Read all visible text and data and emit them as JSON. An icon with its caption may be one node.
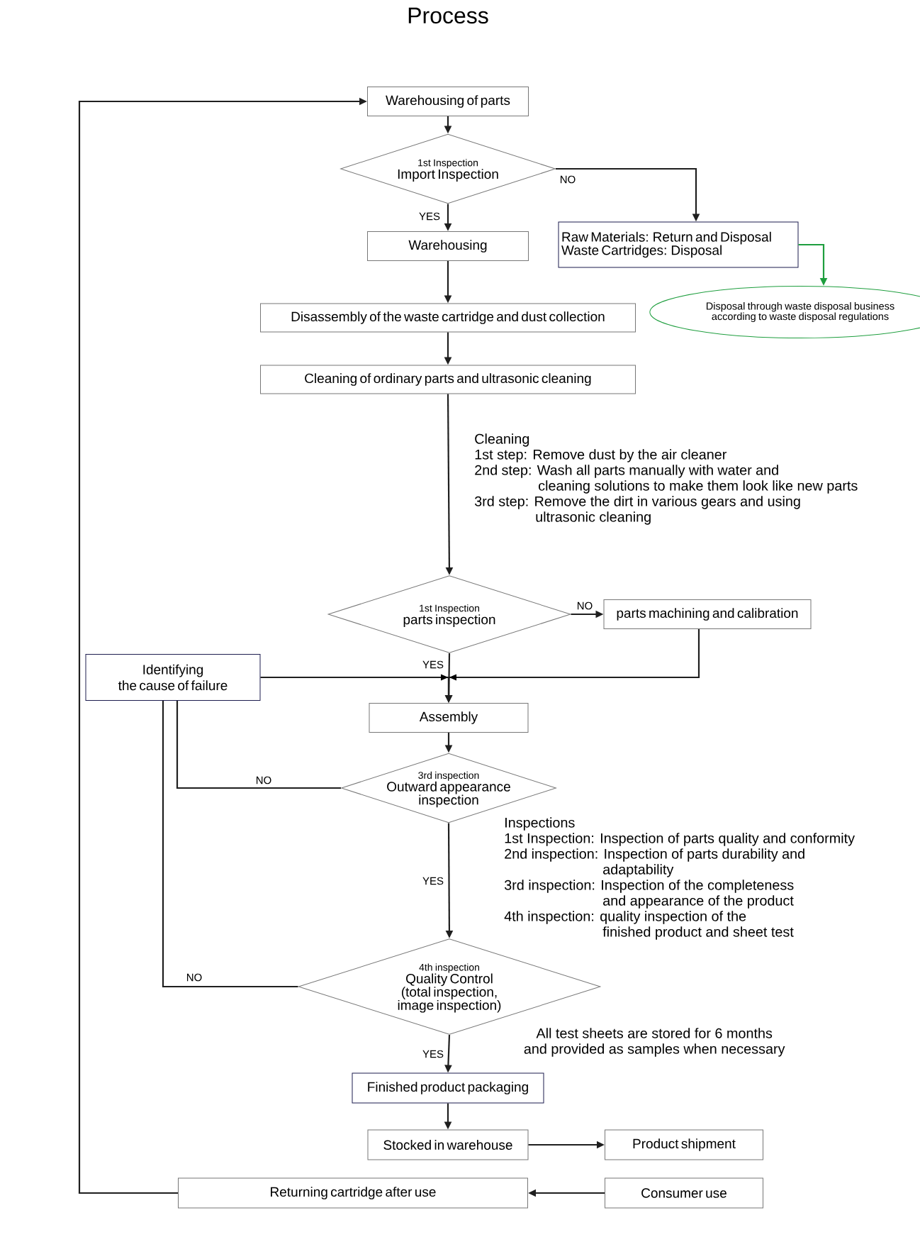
{
  "diagram": {
    "title": "Process",
    "nodes": [
      {
        "text": [
          "Warehousing of parts"
        ]
      },
      {
        "text": [
          "1st Inspection",
          "Import Inspection"
        ]
      },
      {
        "text": [
          "Warehousing"
        ]
      },
      {
        "text": [
          "Raw Materials: Return and Disposal",
          "Waste Cartridges: Disposal"
        ]
      },
      {
        "text": [
          "Disposal through waste disposal business according to waste disposal regulations"
        ]
      },
      {
        "text": [
          "Disassembly of the waste cartridge and dust collection"
        ]
      },
      {
        "text": [
          "Cleaning of ordinary parts and ultrasonic cleaning"
        ]
      },
      {
        "text": [
          "1st Inspection",
          "parts inspection"
        ]
      },
      {
        "text": [
          "parts machining and calibration"
        ]
      },
      {
        "text": [
          "Identifying the cause of failure"
        ]
      },
      {
        "text": [
          "Assembly"
        ]
      },
      {
        "text": [
          "3rd inspection",
          "Outward appearance inspection"
        ]
      },
      {
        "text": [
          "4th inspection",
          "Quality Control (total inspection, image inspection)"
        ]
      },
      {
        "text": [
          "Finished product packaging"
        ]
      },
      {
        "text": [
          "Stocked in warehouse"
        ]
      },
      {
        "text": [
          "Product shipment"
        ]
      },
      {
        "text": [
          "Returning cartridge after use"
        ]
      },
      {
        "text": [
          "Consumer use"
        ]
      }
    ],
    "edges": [
      {
        "from": 0,
        "to": 1,
        "arrow": "to"
      },
      {
        "from": 1,
        "to": 2,
        "arrow": "to",
        "label": "YES"
      },
      {
        "from": 1,
        "to": 3,
        "arrow": "to",
        "label": "NO"
      },
      {
        "from": 3,
        "to": 4,
        "arrow": "to",
        "color": "#1e9e3e"
      },
      {
        "from": 2,
        "to": 5,
        "arrow": "to"
      },
      {
        "from": 5,
        "to": 6,
        "arrow": "to"
      },
      {
        "from": 6,
        "to": 7,
        "arrow": "to"
      },
      {
        "from": 7,
        "to": 8,
        "arrow": "to",
        "label": "NO"
      },
      {
        "from": 7,
        "to": 10,
        "arrow": "to",
        "label": "YES"
      },
      {
        "from": 8,
        "to": 10,
        "arrow": "to"
      },
      {
        "from": 9,
        "to": 10,
        "arrow": "to"
      },
      {
        "from": 10,
        "to": 11,
        "arrow": "to"
      },
      {
        "from": 11,
        "to": 9,
        "arrow": "none",
        "label": "NO"
      },
      {
        "from": 11,
        "to": 12,
        "arrow": "to",
        "label": "YES"
      },
      {
        "from": 12,
        "to": 9,
        "arrow": "none",
        "label": "NO"
      },
      {
        "from": 12,
        "to": 13,
        "arrow": "to",
        "label": "YES"
      },
      {
        "from": 13,
        "to": 14,
        "arrow": "to"
      },
      {
        "from": 14,
        "to": 15,
        "arrow": "to"
      },
      {
        "from": 17,
        "to": 16,
        "arrow": "to"
      },
      {
        "from": 16,
        "to": 0,
        "arrow": "to"
      }
    ],
    "labels": [
      "Cleaning",
      "1st step: Remove dust by the air cleaner",
      "2nd step: Wash all parts manually with water and cleaning solutions to make them look like new parts",
      "3rd step: Remove the dirt in various gears and using ultrasonic cleaning",
      "Inspections",
      "1st Inspection: Inspection of parts quality and conformity",
      "2nd inspection: Inspection of parts durability and adaptability",
      "3rd inspection: Inspection of the completeness and appearance of the product",
      "4th inspection: quality inspection of the finished product and sheet test",
      "All test sheets are stored for 6 months and provided as samples when necessary"
    ]
  }
}
